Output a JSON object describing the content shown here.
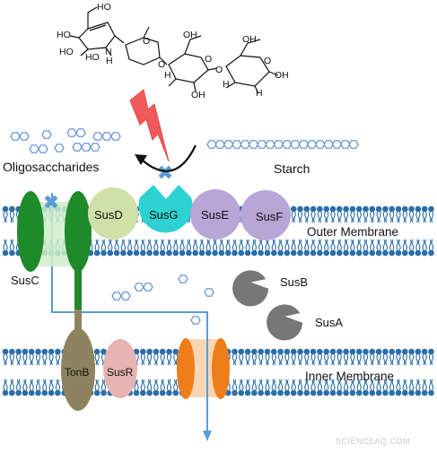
{
  "labels": {
    "oligosaccharides": "Oligosaccharides",
    "starch": "Starch",
    "outer_membrane": "Outer Membrane",
    "inner_membrane": "Inner Membrane",
    "susc": "SusC",
    "susd": "SusD",
    "susg": "SusG",
    "suse": "SusE",
    "susf": "SusF",
    "susb": "SusB",
    "susa": "SusA",
    "tonb": "TonB",
    "susr": "SusR",
    "watermark": "SCIENCEAQ.COM"
  },
  "chem_labels": {
    "ho1": "HO",
    "ho2": "HO",
    "ho3": "HO",
    "ho4": "HO",
    "h_n": "H",
    "n": "N",
    "o1": "O",
    "o2": "O",
    "o3": "O",
    "o4": "O",
    "o5": "O",
    "oh1": "OH",
    "oh2": "OH",
    "oh3": "OH",
    "oh4": "OH",
    "h1": "H",
    "h2": "H",
    "h3": "H"
  },
  "colors": {
    "membrane": "#2b6ea7",
    "susc": "#1f8a2a",
    "susc_channel": "#cfeec9",
    "susd": "#cfe0a8",
    "susg": "#2fd2d2",
    "suse": "#b7a6d6",
    "susf": "#b7a6d6",
    "tonb": "#8e8360",
    "susr": "#e7b3b3",
    "transporter": "#ef7d1a",
    "transporter_bg": "#f8d6b4",
    "enzyme_gray": "#777777",
    "arrow": "#5b9bd5",
    "lightning": "#f05a5a",
    "oligo_hex": "#5d8bd8"
  }
}
